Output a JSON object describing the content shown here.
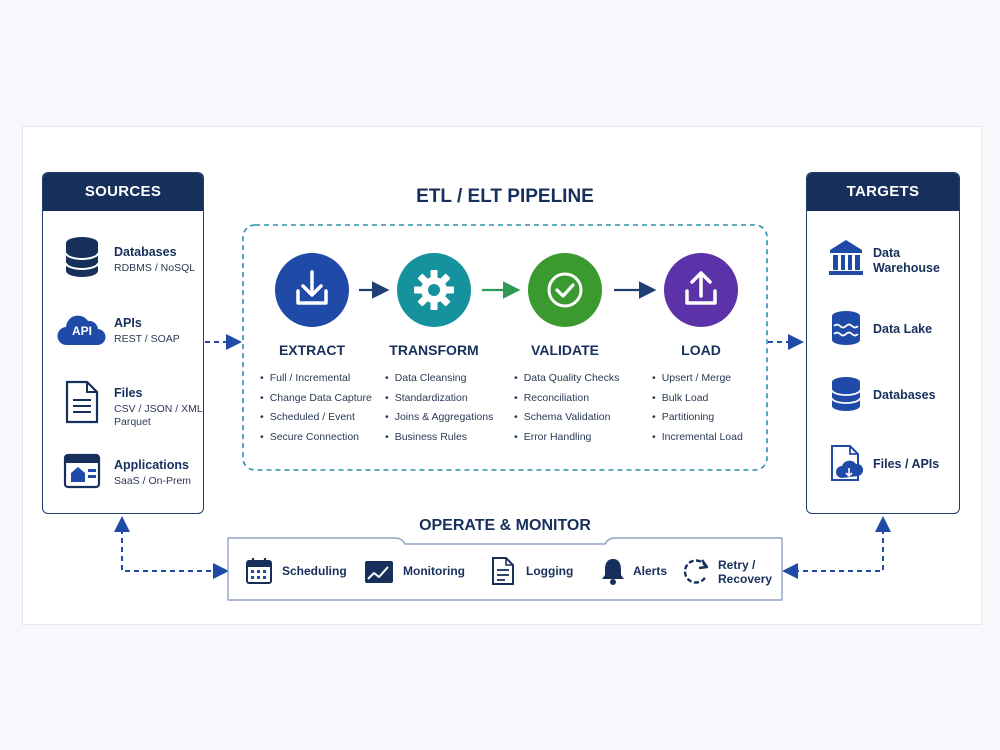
{
  "title": "ETL / ELT PIPELINE",
  "sources": {
    "header": "SOURCES",
    "items": [
      {
        "title": "Databases",
        "sub": "RDBMS / NoSQL"
      },
      {
        "title": "APIs",
        "sub": "REST / SOAP",
        "icon_text": "API"
      },
      {
        "title": "Files",
        "sub": "CSV / JSON / XML\nParquet"
      },
      {
        "title": "Applications",
        "sub": "SaaS / On-Prem"
      }
    ]
  },
  "stages": [
    {
      "title": "EXTRACT",
      "color": "#1f4aa8",
      "icon": "download-icon",
      "bullets": [
        "Full / Incremental",
        "Change Data Capture",
        "Scheduled / Event",
        "Secure Connection"
      ]
    },
    {
      "title": "TRANSFORM",
      "color": "#15929e",
      "icon": "gear-icon",
      "bullets": [
        "Data Cleansing",
        "Standardization",
        "Joins & Aggregations",
        "Business Rules"
      ]
    },
    {
      "title": "VALIDATE",
      "color": "#3a9a2f",
      "icon": "check-circle-icon",
      "bullets": [
        "Data Quality Checks",
        "Reconciliation",
        "Schema Validation",
        "Error Handling"
      ]
    },
    {
      "title": "LOAD",
      "color": "#5b32a8",
      "icon": "upload-icon",
      "bullets": [
        "Upsert / Merge",
        "Bulk Load",
        "Partitioning",
        "Incremental Load"
      ]
    }
  ],
  "targets": {
    "header": "TARGETS",
    "items": [
      {
        "title": "Data\nWarehouse"
      },
      {
        "title": "Data Lake"
      },
      {
        "title": "Databases"
      },
      {
        "title": "Files / APIs"
      }
    ]
  },
  "monitor": {
    "title": "OPERATE & MONITOR",
    "items": [
      {
        "label": "Scheduling",
        "icon": "calendar-icon"
      },
      {
        "label": "Monitoring",
        "icon": "chart-icon"
      },
      {
        "label": "Logging",
        "icon": "document-icon"
      },
      {
        "label": "Alerts",
        "icon": "bell-icon"
      },
      {
        "label": "Retry /\nRecovery",
        "icon": "retry-icon"
      }
    ]
  },
  "colors": {
    "navy": "#17305b",
    "accent": "#1f4aa8",
    "green_arrow": "#2f9a55"
  }
}
